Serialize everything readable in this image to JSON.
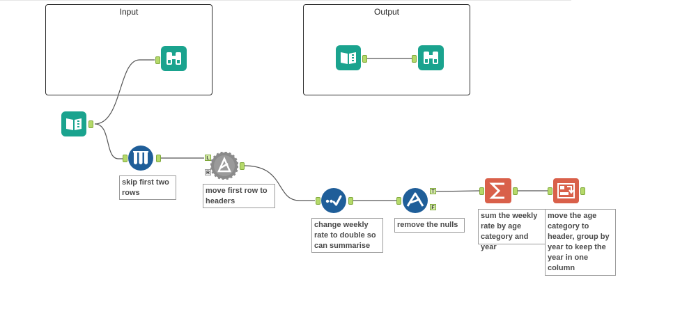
{
  "containers": {
    "input_title": "Input",
    "output_title": "Output"
  },
  "annotations": {
    "skip_rows": "skip first two\nrows",
    "dynamic_rename": "move first row to\nheaders",
    "select": "change weekly\nrate to double so\ncan summarise",
    "filter": "remove the nulls",
    "summarize": "sum the weekly\nrate by age\ncategory and year",
    "crosstab": "move the age\ncategory to\nheader, group by\nyear to keep the\nyear in one\ncolumn"
  },
  "anchors": {
    "dynamic_rename_left": "L",
    "dynamic_rename_right": "R",
    "filter_true": "T",
    "filter_false": "F"
  },
  "icons": {
    "input": "book-icon",
    "browse": "binoculars-icon",
    "sample": "test-tubes-icon",
    "dynamic_rename": "gear-rename-icon",
    "select": "select-check-icon",
    "filter": "filter-triangle-icon",
    "summarize": "sigma-icon",
    "crosstab": "crosstab-icon"
  },
  "colors": {
    "in_out_tools": "#1aa38e",
    "preparation_tools": "#1f5e99",
    "transform_tools": "#d9604a",
    "developer_tools": "#8a8a8a",
    "anchor": "#b5d96a",
    "annotation_text": "#4a4a4a"
  }
}
